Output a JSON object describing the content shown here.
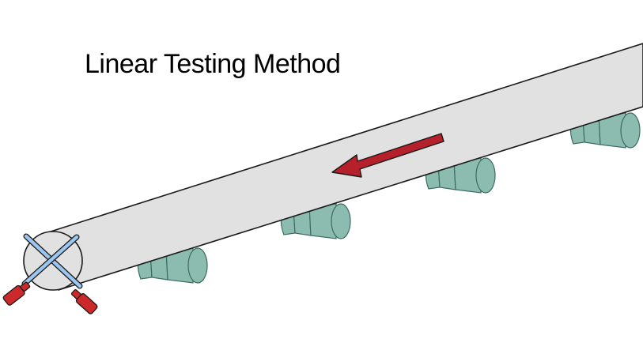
{
  "title": "Linear Testing Method",
  "colors": {
    "pipe_fill": "#e1e1e1",
    "pipe_stroke": "#1a1a1a",
    "flow_arrow": "#b5202a",
    "flow_arrow_outline": "#1a1a1a",
    "fitting_fill": "#8cbcb0",
    "fitting_stroke": "#3d6b62",
    "probe_handle": "#cc2a2a",
    "probe_shaft": "#9cc6ef"
  },
  "icons": {
    "flow_direction": "left-arrow",
    "probe": "crossed-probe-tools"
  }
}
